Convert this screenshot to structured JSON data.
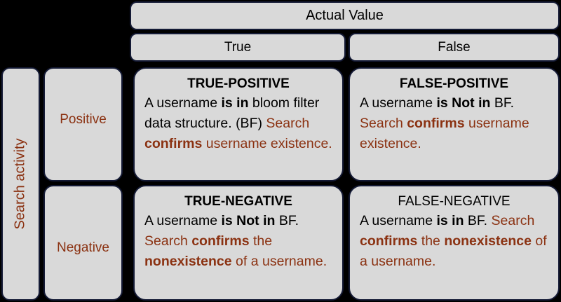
{
  "column_header": {
    "title": "Actual Value",
    "columns": [
      "True",
      "False"
    ]
  },
  "row_header": {
    "title": "Search activity",
    "rows": [
      "Positive",
      "Negative"
    ]
  },
  "colors": {
    "background": "#000000",
    "cell_fill": "#D9D9D9",
    "cell_border": "#141A35",
    "accent_brown": "#8B3212",
    "text_black": "#000000"
  },
  "quadrants": {
    "true_positive": {
      "title": "TRUE-POSITIVE",
      "title_bold": true,
      "line1_a": "A username ",
      "line1_b": "is in",
      "line1_c": " bloom filter data structure. (BF)",
      "line2_a": "Search ",
      "line2_b": "confirms",
      "line2_c": " username existence."
    },
    "false_positive": {
      "title": "FALSE-POSITIVE",
      "title_bold": true,
      "line1_a": "A username ",
      "line1_b": "is Not in",
      "line1_c": " BF.",
      "line2_a": "Search ",
      "line2_b": "confirms",
      "line2_c": " username existence."
    },
    "true_negative": {
      "title": "TRUE-NEGATIVE",
      "title_bold": true,
      "line1_a": "A username ",
      "line1_b": "is Not in",
      "line1_c": " BF.",
      "line2_a": "Search ",
      "line2_b": "confirms",
      "line2_c": " the ",
      "line2_d": "nonexistence",
      "line2_e": " of a username."
    },
    "false_negative": {
      "title": "FALSE-NEGATIVE",
      "title_bold": false,
      "line1_a": "A username ",
      "line1_b": "is in",
      "line1_c": " BF.",
      "line2_a": "Search ",
      "line2_b": "confirms",
      "line2_c": " the ",
      "line2_d": "nonexistence",
      "line2_e": " of a username."
    }
  }
}
